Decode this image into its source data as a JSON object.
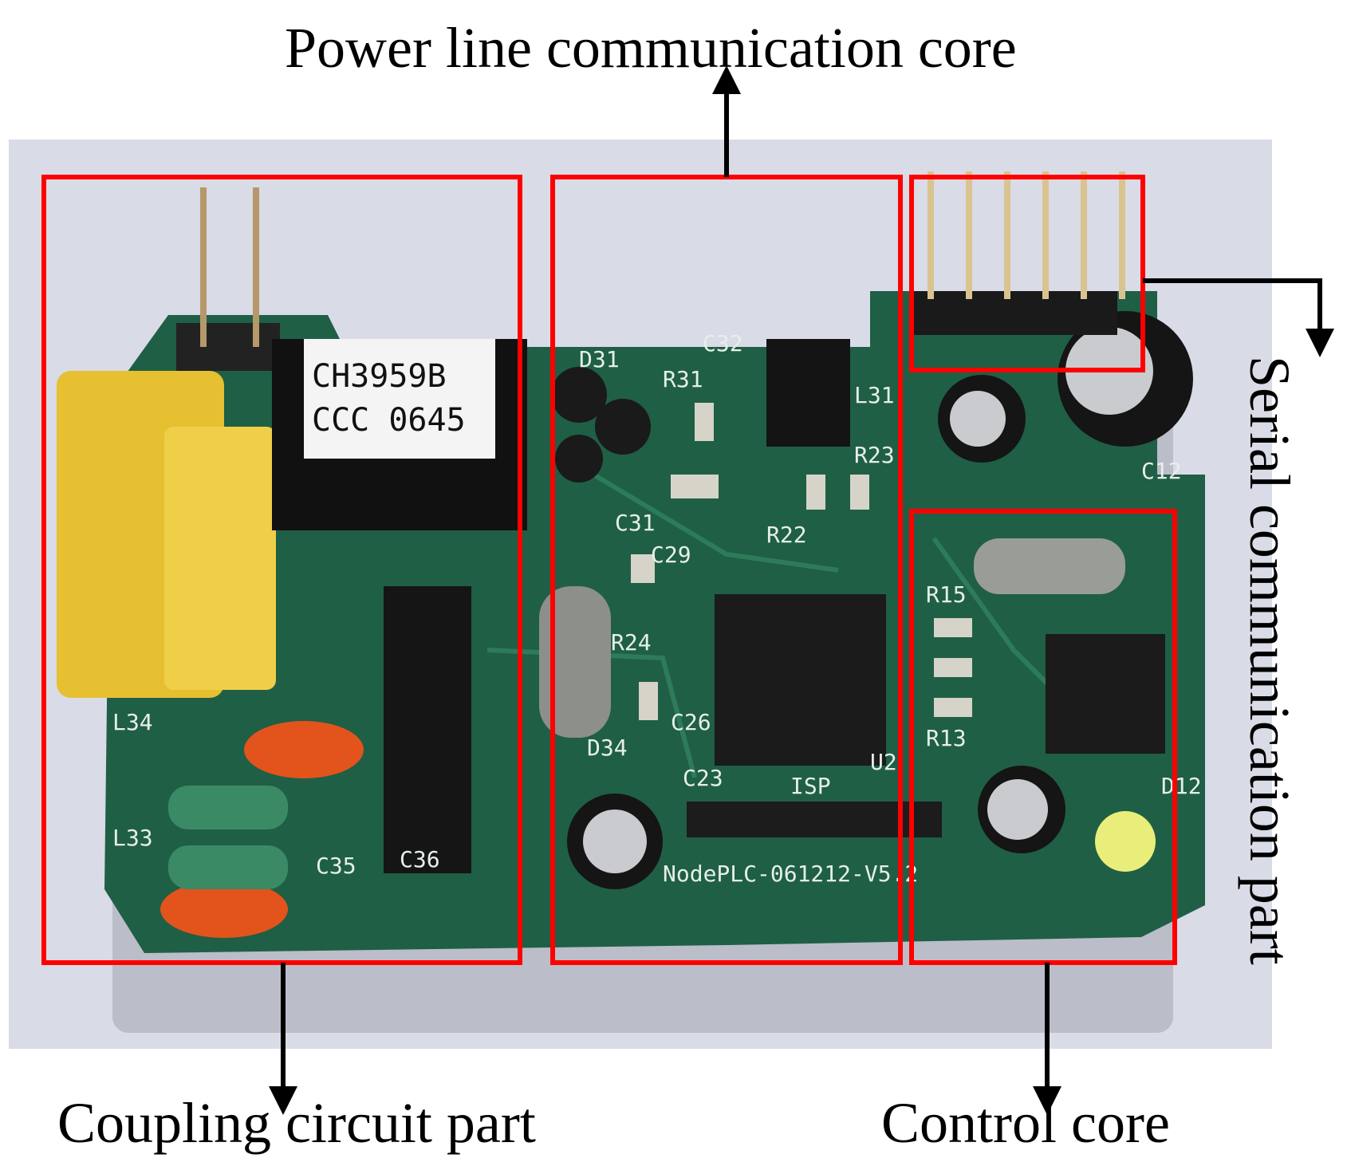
{
  "captions": {
    "power_line_core": "Power line communication core",
    "coupling_part": "Coupling circuit part",
    "control_core": "Control core",
    "serial_part": "Serial communication part"
  },
  "board": {
    "module_label_line1": "CH3959B",
    "module_label_line2": "CCC 0645",
    "silkscreen": {
      "d31": "D31",
      "c32": "C32",
      "r31": "R31",
      "l31": "L31",
      "r23": "R23",
      "r22": "R22",
      "c31": "C31",
      "c29": "C29",
      "r24": "R24",
      "c26": "C26",
      "c23": "C23",
      "isp": "ISP",
      "u2": "U2",
      "d34": "D34",
      "c35": "C35",
      "c36": "C36",
      "l34": "L34",
      "l33": "L33",
      "r15": "R15",
      "r13": "R13",
      "c12": "C12",
      "d12": "D12",
      "version": "NodePLC-061212-V5.2"
    }
  },
  "colors": {
    "highlight_box": "#ff0000",
    "arrow": "#000000",
    "pcb_green": "#1f5f45",
    "background_gray": "#d9dbe6"
  }
}
